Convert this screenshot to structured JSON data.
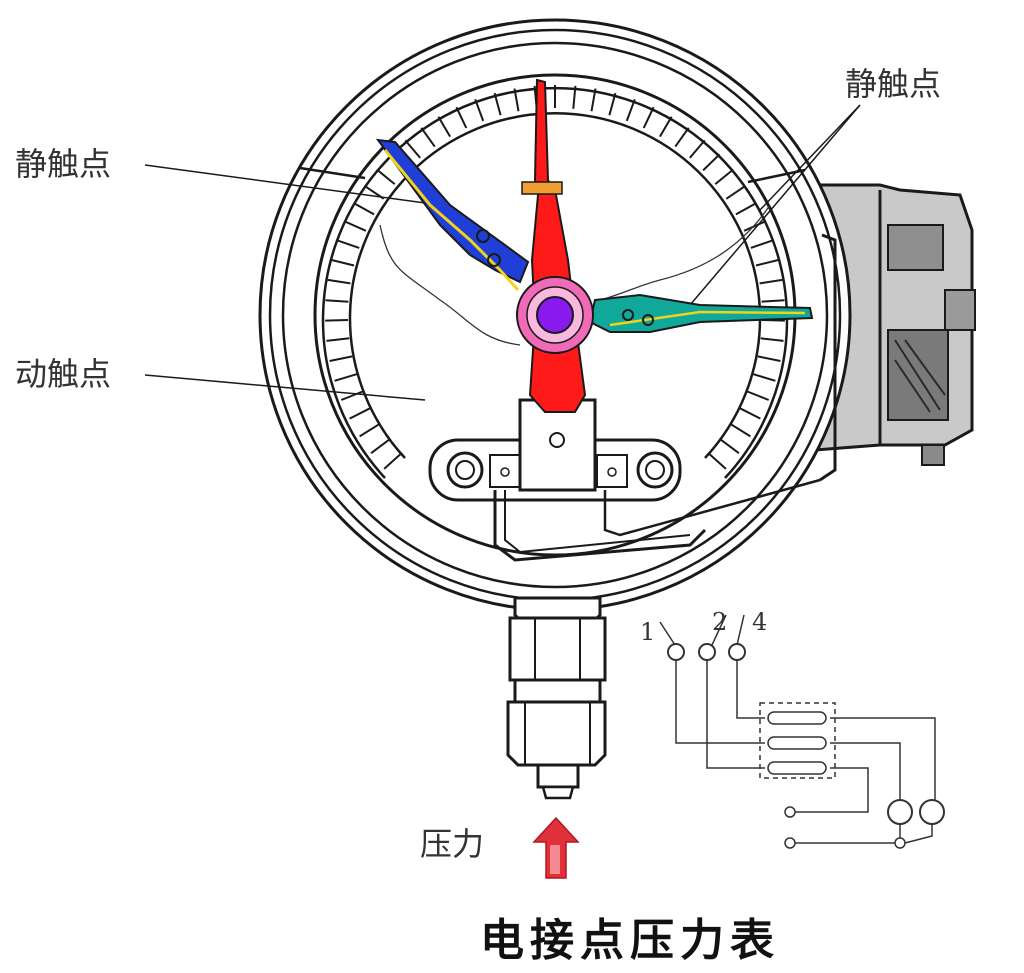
{
  "labels": {
    "static_contact_left": "静触点",
    "static_contact_right": "静触点",
    "moving_contact": "动触点",
    "pressure": "压力",
    "terminal_1": "1",
    "terminal_2": "2",
    "terminal_4": "4"
  },
  "title": "电接点压力表",
  "colors": {
    "pointer": "#ff1a1a",
    "left_contact": "#1f3fd6",
    "right_contact": "#10a89a",
    "hub_ring": "#f06ab8",
    "hub_center": "#8a19f0",
    "pressure_arrow": "#e0303a",
    "yellow_wire": "#f2d21a",
    "outline": "#1a1a1a",
    "junction_box": "#b8b8b8"
  },
  "icons": [
    "pressure-arrow-icon"
  ]
}
